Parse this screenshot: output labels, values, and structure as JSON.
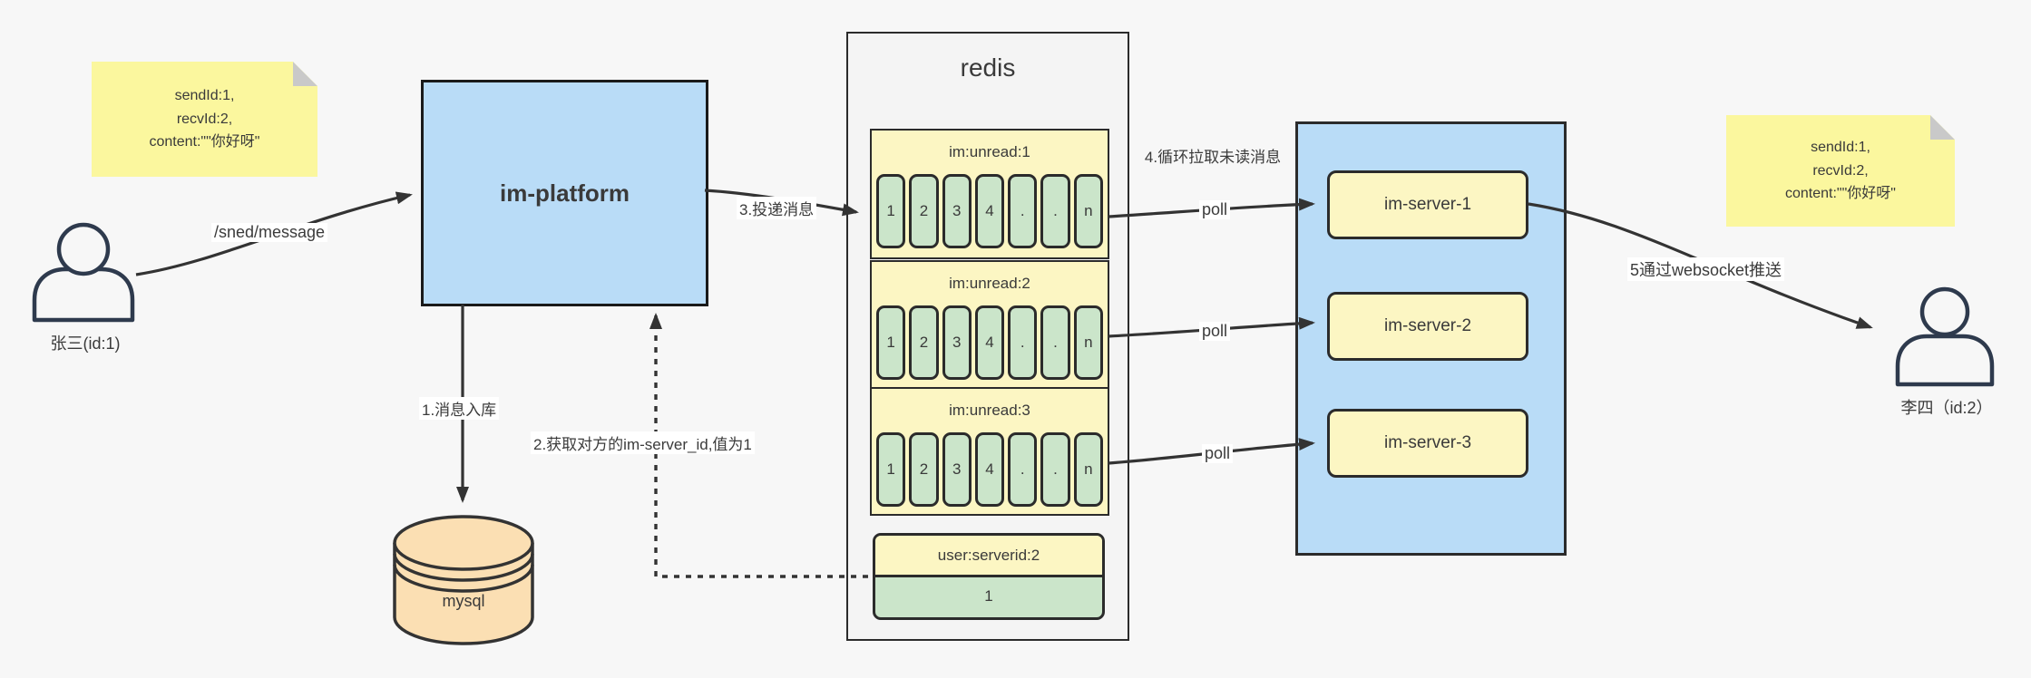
{
  "diagram": {
    "background": "#f7f7f7",
    "arrow_color": "#333333",
    "note_color": "#fbf79e",
    "blue_color": "#b9dcf7",
    "yellow_box_color": "#fcf6c3",
    "green_cell_color": "#cbe5ca",
    "db_color": "#fbdfb3"
  },
  "note_left": {
    "line1": "sendId:1,",
    "line2": "recvId:2,",
    "line3": "content:\"\"你好呀\""
  },
  "note_right": {
    "line1": "sendId:1,",
    "line2": "recvId:2,",
    "line3": "content:\"\"你好呀\""
  },
  "user_left": {
    "label": "张三(id:1)"
  },
  "user_right": {
    "label": "李四（id:2）"
  },
  "platform": {
    "label": "im-platform"
  },
  "mysql": {
    "label": "mysql"
  },
  "redis": {
    "title": "redis",
    "queues": [
      {
        "title": "im:unread:1",
        "cells": [
          "1",
          "2",
          "3",
          "4",
          ".",
          ".",
          "n"
        ]
      },
      {
        "title": "im:unread:2",
        "cells": [
          "1",
          "2",
          "3",
          "4",
          ".",
          ".",
          "n"
        ]
      },
      {
        "title": "im:unread:3",
        "cells": [
          "1",
          "2",
          "3",
          "4",
          ".",
          ".",
          "n"
        ]
      }
    ],
    "server_map": {
      "title": "user:serverid:2",
      "value": "1"
    }
  },
  "server_cluster": {
    "servers": [
      {
        "label": "im-server-1"
      },
      {
        "label": "im-server-2"
      },
      {
        "label": "im-server-3"
      }
    ]
  },
  "labels": {
    "send_endpoint": "/sned/message",
    "step1": "1.消息入库",
    "step2": "2.获取对方的im-server_id,值为1",
    "step3": "3.投递消息",
    "step4": "4.循环拉取未读消息",
    "step5": "5通过websocket推送",
    "poll1": "poll",
    "poll2": "poll",
    "poll3": "poll"
  }
}
